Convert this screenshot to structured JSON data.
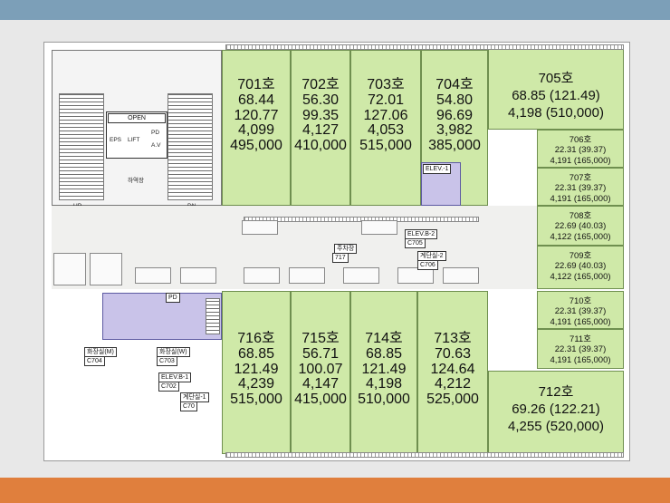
{
  "units_top": [
    {
      "id": "701",
      "name": "701호",
      "area1": "68.44",
      "area2": "120.77",
      "price1": "4,099",
      "price2": "495,000"
    },
    {
      "id": "702",
      "name": "702호",
      "area1": "56.30",
      "area2": "99.35",
      "price1": "4,127",
      "price2": "410,000"
    },
    {
      "id": "703",
      "name": "703호",
      "area1": "72.01",
      "area2": "127.06",
      "price1": "4,053",
      "price2": "515,000"
    },
    {
      "id": "704",
      "name": "704호",
      "area1": "54.80",
      "area2": "96.69",
      "price1": "3,982",
      "price2": "385,000"
    }
  ],
  "unit_705": {
    "name": "705호",
    "area": "68.85 (121.49)",
    "price": "4,198 (510,000)"
  },
  "units_right": [
    {
      "id": "706",
      "name": "706호",
      "area": "22.31 (39.37)",
      "price": "4,191 (165,000)"
    },
    {
      "id": "707",
      "name": "707호",
      "area": "22.31 (39.37)",
      "price": "4,191 (165,000)"
    },
    {
      "id": "708",
      "name": "708호",
      "area": "22.69 (40.03)",
      "price": "4,122 (165,000)"
    },
    {
      "id": "709",
      "name": "709호",
      "area": "22.69 (40.03)",
      "price": "4,122 (165,000)"
    },
    {
      "id": "710",
      "name": "710호",
      "area": "22.31 (39.37)",
      "price": "4,191 (165,000)"
    },
    {
      "id": "711",
      "name": "711호",
      "area": "22.31 (39.37)",
      "price": "4,191 (165,000)"
    }
  ],
  "unit_712": {
    "name": "712호",
    "area": "69.26 (122.21)",
    "price": "4,255 (520,000)"
  },
  "units_bottom": [
    {
      "id": "716",
      "name": "716호",
      "area1": "68.85",
      "area2": "121.49",
      "price1": "4,239",
      "price2": "515,000"
    },
    {
      "id": "715",
      "name": "715호",
      "area1": "56.71",
      "area2": "100.07",
      "price1": "4,147",
      "price2": "415,000"
    },
    {
      "id": "714",
      "name": "714호",
      "area1": "68.85",
      "area2": "121.49",
      "price1": "4,198",
      "price2": "510,000"
    },
    {
      "id": "713",
      "name": "713호",
      "area1": "70.63",
      "area2": "124.64",
      "price1": "4,212",
      "price2": "525,000"
    }
  ],
  "plan_labels": {
    "open": "OPEN",
    "eps": "EPS",
    "pd": "PD",
    "av": "A.V",
    "lift": "LIFT",
    "elev_top": "ELEV.-1",
    "elev_b2": "ELEV.B-2",
    "c705": "C705",
    "c706": "C706",
    "stair2": "계단실-2",
    "parking": "주차장",
    "p717": "717",
    "restroom_m": "화장실(M)",
    "c704": "C704",
    "restroom_w": "화장실(W)",
    "c703": "C703",
    "elev_b1": "ELEV.B-1",
    "c702": "C702",
    "stair1": "계단실-1",
    "c701": "C70",
    "pd_bottom": "PD",
    "up": "UP",
    "dn": "DN",
    "void": "하역장"
  },
  "colors": {
    "unit_fill": "#cfe9a8",
    "core_fill": "#c9c3e9",
    "top_bar": "#7c9fb8",
    "bottom_bar": "#e07f3d"
  }
}
